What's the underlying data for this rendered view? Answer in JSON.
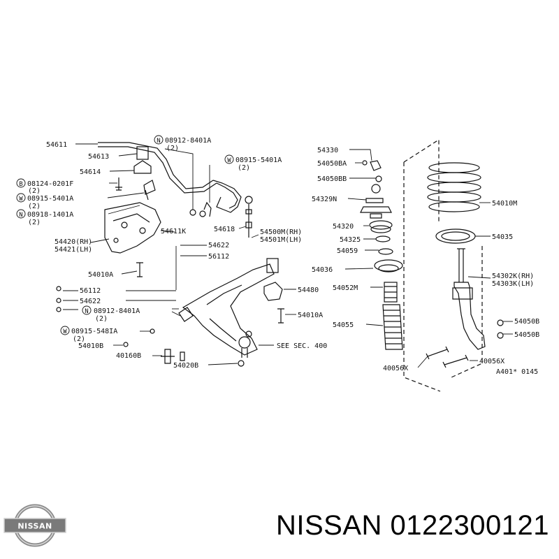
{
  "diagram": {
    "callouts": [
      {
        "id": "c1",
        "text": "54611"
      },
      {
        "id": "c2",
        "text": "54613"
      },
      {
        "id": "c3",
        "text": "54614"
      },
      {
        "id": "c4",
        "text": "08124-0201F"
      },
      {
        "id": "c5",
        "text": "(2)"
      },
      {
        "id": "c6",
        "text": "08915-5401A"
      },
      {
        "id": "c7",
        "text": "(2)"
      },
      {
        "id": "c8",
        "text": "08918-1401A"
      },
      {
        "id": "c9",
        "text": "(2)"
      },
      {
        "id": "c10",
        "text": "08912-8401A"
      },
      {
        "id": "c11",
        "text": "(2)"
      },
      {
        "id": "c12",
        "text": "08915-5401A"
      },
      {
        "id": "c13",
        "text": "(2)"
      },
      {
        "id": "c14",
        "text": "54420(RH)"
      },
      {
        "id": "c15",
        "text": "54421(LH)"
      },
      {
        "id": "c16",
        "text": "54611K"
      },
      {
        "id": "c17",
        "text": "54618"
      },
      {
        "id": "c18",
        "text": "54500M(RH)"
      },
      {
        "id": "c19",
        "text": "54501M(LH)"
      },
      {
        "id": "c20",
        "text": "54622"
      },
      {
        "id": "c21",
        "text": "56112"
      },
      {
        "id": "c22",
        "text": "54010A"
      },
      {
        "id": "c23",
        "text": "56112"
      },
      {
        "id": "c24",
        "text": "54622"
      },
      {
        "id": "c25",
        "text": "08912-8401A"
      },
      {
        "id": "c26",
        "text": "(2)"
      },
      {
        "id": "c27",
        "text": "54480"
      },
      {
        "id": "c28",
        "text": "54010A"
      },
      {
        "id": "c29",
        "text": "08915-548IA"
      },
      {
        "id": "c30",
        "text": "(2)"
      },
      {
        "id": "c31",
        "text": "54010B"
      },
      {
        "id": "c32",
        "text": "40160B"
      },
      {
        "id": "c33",
        "text": "54020B"
      },
      {
        "id": "c34",
        "text": "SEE SEC. 400"
      },
      {
        "id": "c35",
        "text": "54330"
      },
      {
        "id": "c36",
        "text": "54050BA"
      },
      {
        "id": "c37",
        "text": "54050BB"
      },
      {
        "id": "c38",
        "text": "54329N"
      },
      {
        "id": "c39",
        "text": "54320"
      },
      {
        "id": "c40",
        "text": "54325"
      },
      {
        "id": "c41",
        "text": "54059"
      },
      {
        "id": "c42",
        "text": "54036"
      },
      {
        "id": "c43",
        "text": "54052M"
      },
      {
        "id": "c44",
        "text": "54055"
      },
      {
        "id": "c45",
        "text": "40056X"
      },
      {
        "id": "c46",
        "text": "54010M"
      },
      {
        "id": "c47",
        "text": "54035"
      },
      {
        "id": "c48",
        "text": "54302K(RH)"
      },
      {
        "id": "c49",
        "text": "54303K(LH)"
      },
      {
        "id": "c50",
        "text": "54050B"
      },
      {
        "id": "c51",
        "text": "54050B"
      },
      {
        "id": "c52",
        "text": "40056X"
      },
      {
        "id": "c53",
        "text": "A401* 0145"
      }
    ],
    "symbols": {
      "nut": "N",
      "washer": "W",
      "bolt": "B"
    }
  },
  "brand": {
    "logo_text": "NISSAN",
    "caption": "NISSAN 0122300121"
  }
}
